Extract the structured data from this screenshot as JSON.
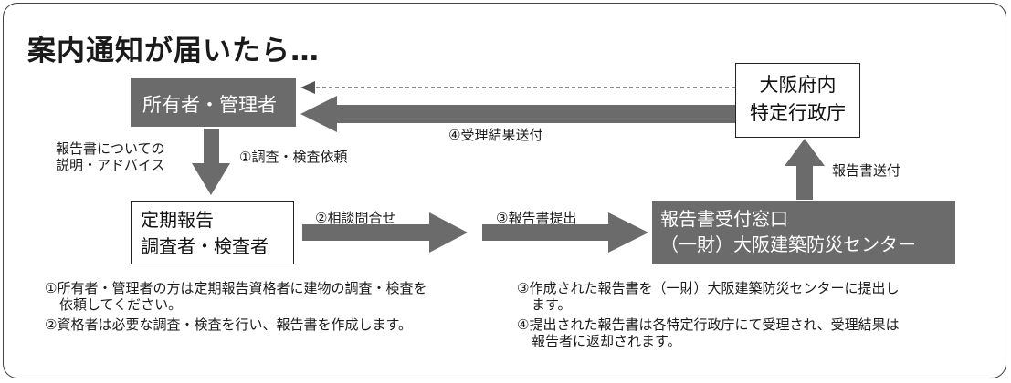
{
  "title": "案内通知が届いたら…",
  "boxes": {
    "owner": "所有者・管理者",
    "prefecture": [
      "大阪府内",
      "特定行政庁"
    ],
    "inspector": [
      "定期報告",
      "調査者・検査者"
    ],
    "center": [
      "報告書受付窓口",
      "（一財）大阪建築防災センター"
    ]
  },
  "labels": {
    "explain": [
      "報告書についての",
      "説明・アドバイス"
    ],
    "request": "①調査・検査依頼",
    "consult": "②相談問合せ",
    "submit": "③報告書提出",
    "forward": "報告書送付",
    "result": "④受理結果送付"
  },
  "notes": {
    "left": [
      [
        "①所有者・管理者の方は定期報告資格者に建物の調査・検査を",
        "依頼してください。"
      ],
      [
        "②資格者は必要な調査・検査を行い、報告書を作成します。"
      ]
    ],
    "right": [
      [
        "③作成された報告書を（一財）大阪建築防災センターに提出し",
        "ます。"
      ],
      [
        "④提出された報告書は各特定行政庁にて受理され、受理結果は",
        "報告者に返却されます。"
      ]
    ]
  },
  "colors": {
    "dark_box": "#6b6b6b",
    "arrow": "#6b6b6b",
    "text": "#1a1a1a"
  }
}
